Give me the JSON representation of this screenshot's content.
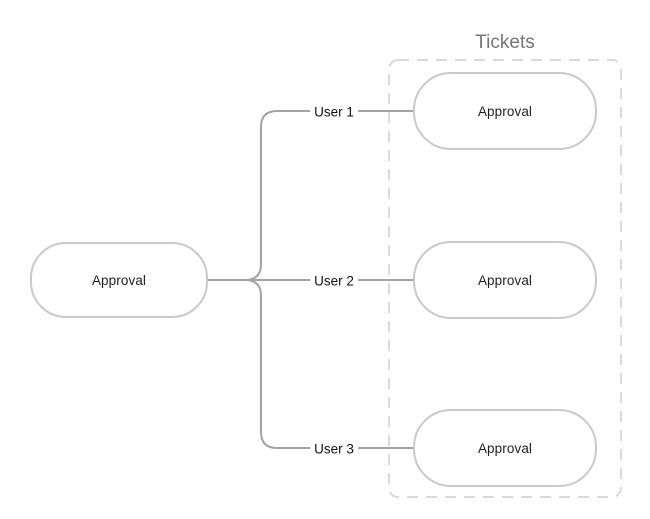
{
  "diagram": {
    "root_node": {
      "label": "Approval"
    },
    "group": {
      "label": "Tickets"
    },
    "ticket_nodes": [
      {
        "label": "Approval"
      },
      {
        "label": "Approval"
      },
      {
        "label": "Approval"
      }
    ],
    "edges": [
      {
        "label": "User 1"
      },
      {
        "label": "User 2"
      },
      {
        "label": "User 3"
      }
    ],
    "colors": {
      "background": "#ffffff",
      "connector": "#a3a3a3",
      "node_border": "#c9c9c9",
      "group_border": "#d9d9d9",
      "group_label_text": "#757575",
      "node_text": "#1f1f1f",
      "edge_label_text": "#111111"
    }
  }
}
